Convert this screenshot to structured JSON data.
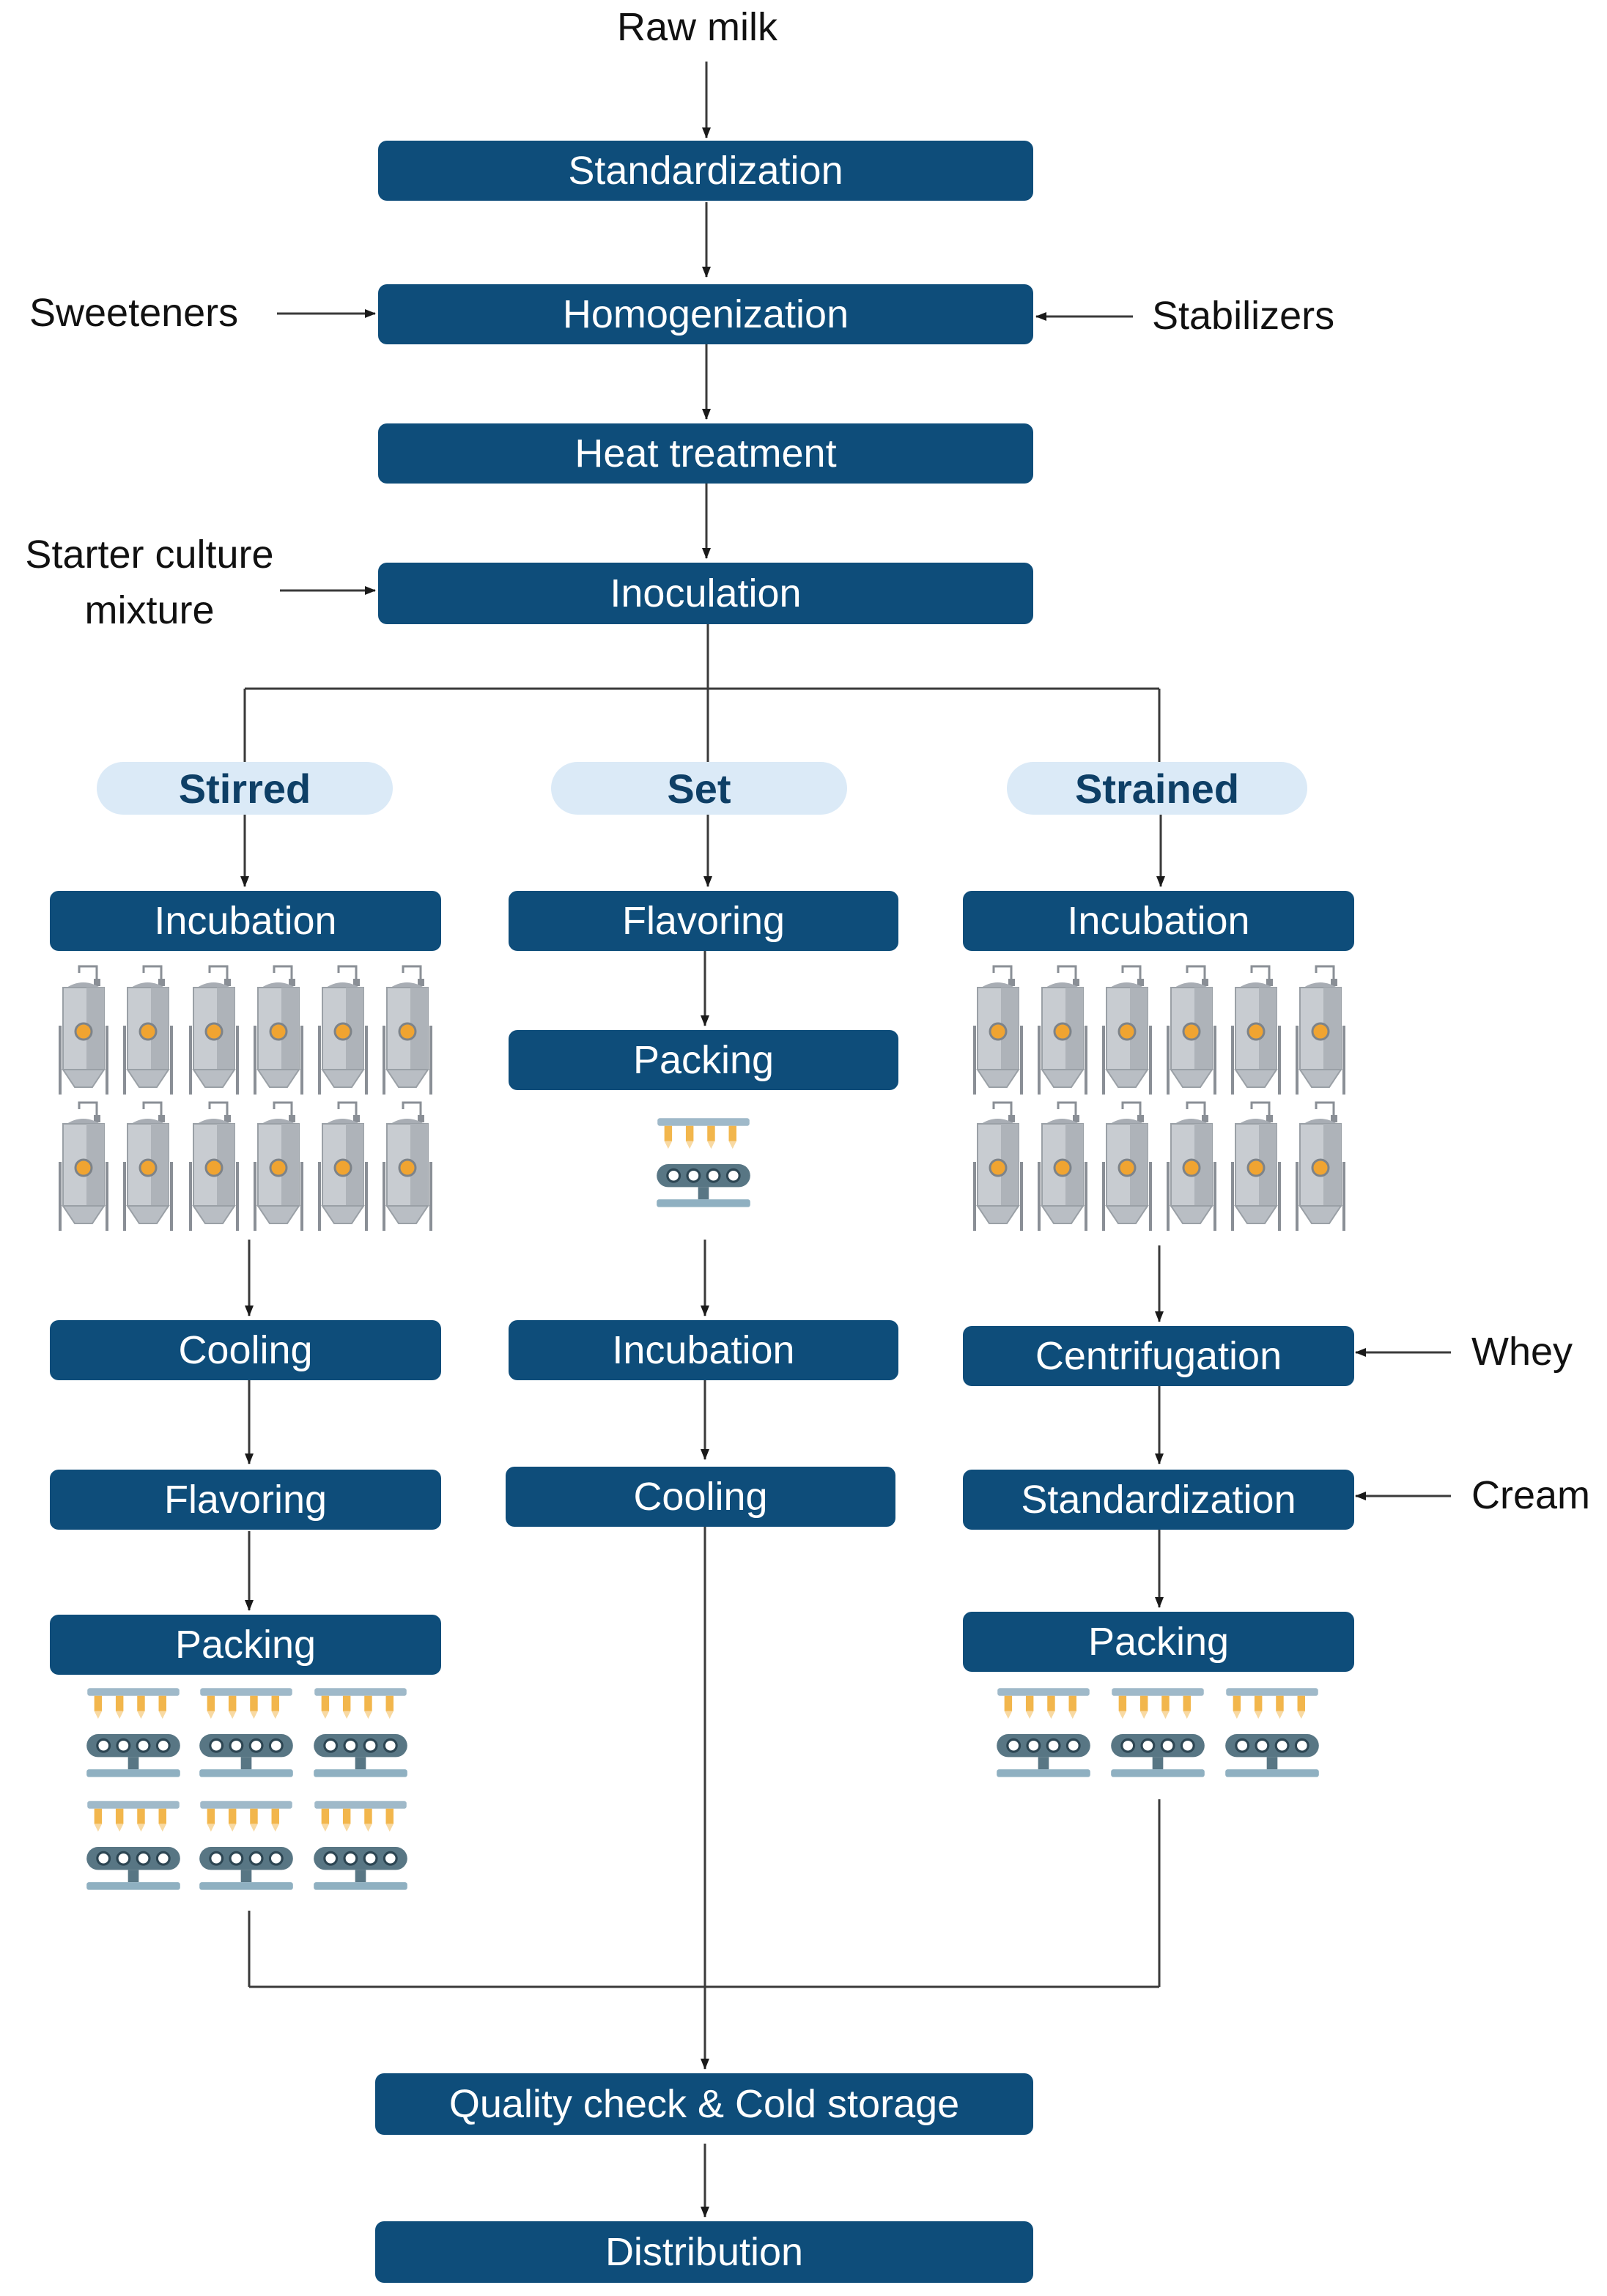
{
  "inputs": {
    "raw_milk": "Raw milk",
    "sweeteners": "Sweeteners",
    "stabilizers": "Stabilizers",
    "starter_line1": "Starter culture",
    "starter_line2": "mixture",
    "whey": "Whey",
    "cream": "Cream"
  },
  "common_steps": {
    "standardization": "Standardization",
    "homogenization": "Homogenization",
    "heat_treatment": "Heat treatment",
    "inoculation": "Inoculation",
    "quality_check": "Quality check & Cold storage",
    "distribution": "Distribution"
  },
  "branches": {
    "stirred": {
      "label": "Stirred",
      "steps": [
        "Incubation",
        "Cooling",
        "Flavoring",
        "Packing"
      ]
    },
    "set": {
      "label": "Set",
      "steps": [
        "Flavoring",
        "Packing",
        "Incubation",
        "Cooling"
      ]
    },
    "strained": {
      "label": "Strained",
      "steps": [
        "Incubation",
        "Centrifugation",
        "Standardization",
        "Packing"
      ]
    }
  },
  "colors": {
    "box": "#0e4d7a",
    "pill": "#dbeaf7",
    "pill_text": "#0e3f66",
    "line": "#3a3a3a"
  },
  "icons": {
    "tank": "fermentation-tank-icon",
    "packing": "packing-line-icon"
  }
}
